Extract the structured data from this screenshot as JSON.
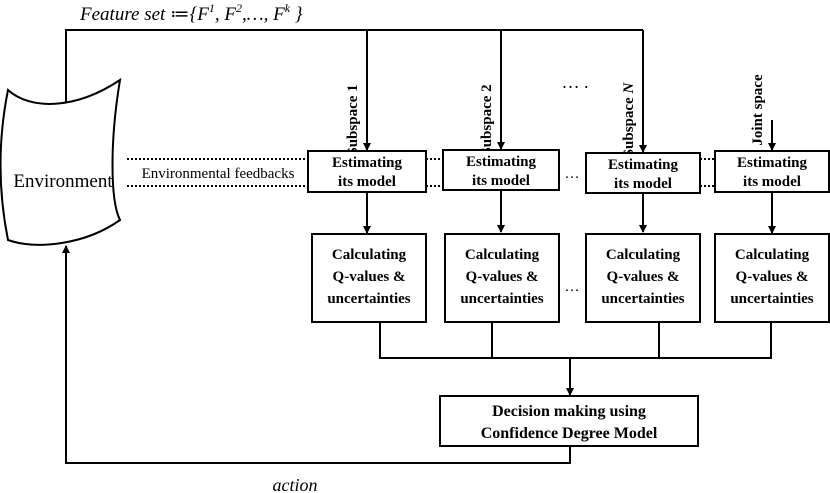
{
  "feature_set": {
    "prefix": "Feature set ≔{",
    "f1": "F",
    "f1_sup": "1",
    "sep1": ", ",
    "f2": "F",
    "f2_sup": "2",
    "sep2": ",…, ",
    "fk": "F",
    "fk_sup": "k",
    "suffix": " }"
  },
  "environment": {
    "label": "Environment"
  },
  "feedback_label": "Environmental feedbacks",
  "subspaces": [
    {
      "label": "Subspace 1",
      "italic_part": ""
    },
    {
      "label": "Subspace 2",
      "italic_part": ""
    },
    {
      "label": "Subspace ",
      "italic_part": "N"
    },
    {
      "label": "Joint space",
      "italic_part": ""
    }
  ],
  "top_dots": "… .",
  "model_box": {
    "line1": "Estimating",
    "line2": "its model"
  },
  "model_dots": "…",
  "q_box": {
    "line1": "Calculating",
    "line2": "Q-values  &",
    "line3": "uncertainties"
  },
  "q_dots": "…",
  "decision_box": {
    "line1": "Decision making using",
    "line2": "Confidence Degree Model"
  },
  "action_label": "action",
  "colors": {
    "line": "#000000",
    "background": "#ffffff"
  }
}
